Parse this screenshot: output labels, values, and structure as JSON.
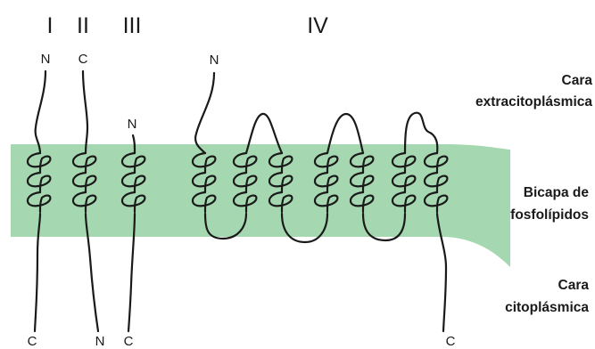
{
  "proteins": {
    "p1": {
      "numeral": "I",
      "top_terminal": "N",
      "bottom_terminal": "C"
    },
    "p2": {
      "numeral": "II",
      "top_terminal": "C",
      "bottom_terminal": "N"
    },
    "p3": {
      "numeral": "III",
      "top_terminal": "N",
      "bottom_terminal": "C"
    },
    "p4": {
      "numeral": "IV",
      "top_terminal": "N",
      "bottom_terminal": "C"
    }
  },
  "labels": {
    "extracytoplasmic_line1": "Cara",
    "extracytoplasmic_line2": "extracitoplásmica",
    "bilayer_line1": "Bicapa de",
    "bilayer_line2": "fosfolípidos",
    "cytoplasmic_line1": "Cara",
    "cytoplasmic_line2": "citoplásmica"
  },
  "colors": {
    "membrane": "#a5d8b0",
    "ink": "#1a1a1a"
  },
  "helices_per_protein": {
    "p1": 1,
    "p2": 1,
    "p3": 1,
    "p4": 7
  }
}
